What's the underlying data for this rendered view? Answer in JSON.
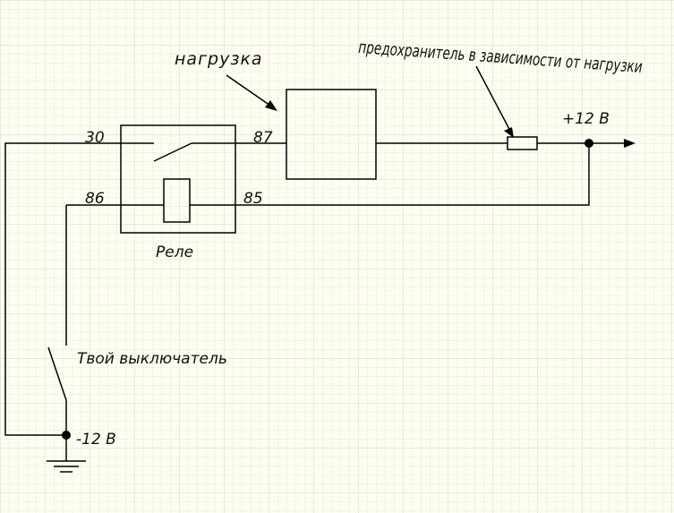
{
  "labels": {
    "load": "нагрузка",
    "fuse": "предохранитель в зависимости от нагрузки",
    "pin30": "30",
    "pin87": "87",
    "pin86": "86",
    "pin85": "85",
    "relay": "Реле",
    "switch": "Твой выключатель",
    "plus": "+12 В",
    "minus": "-12 В"
  },
  "colors": {
    "background": "#fdfdf2",
    "grid_minor": "#ecebd8",
    "grid_major": "#dad8bf",
    "ink": "#000000"
  }
}
